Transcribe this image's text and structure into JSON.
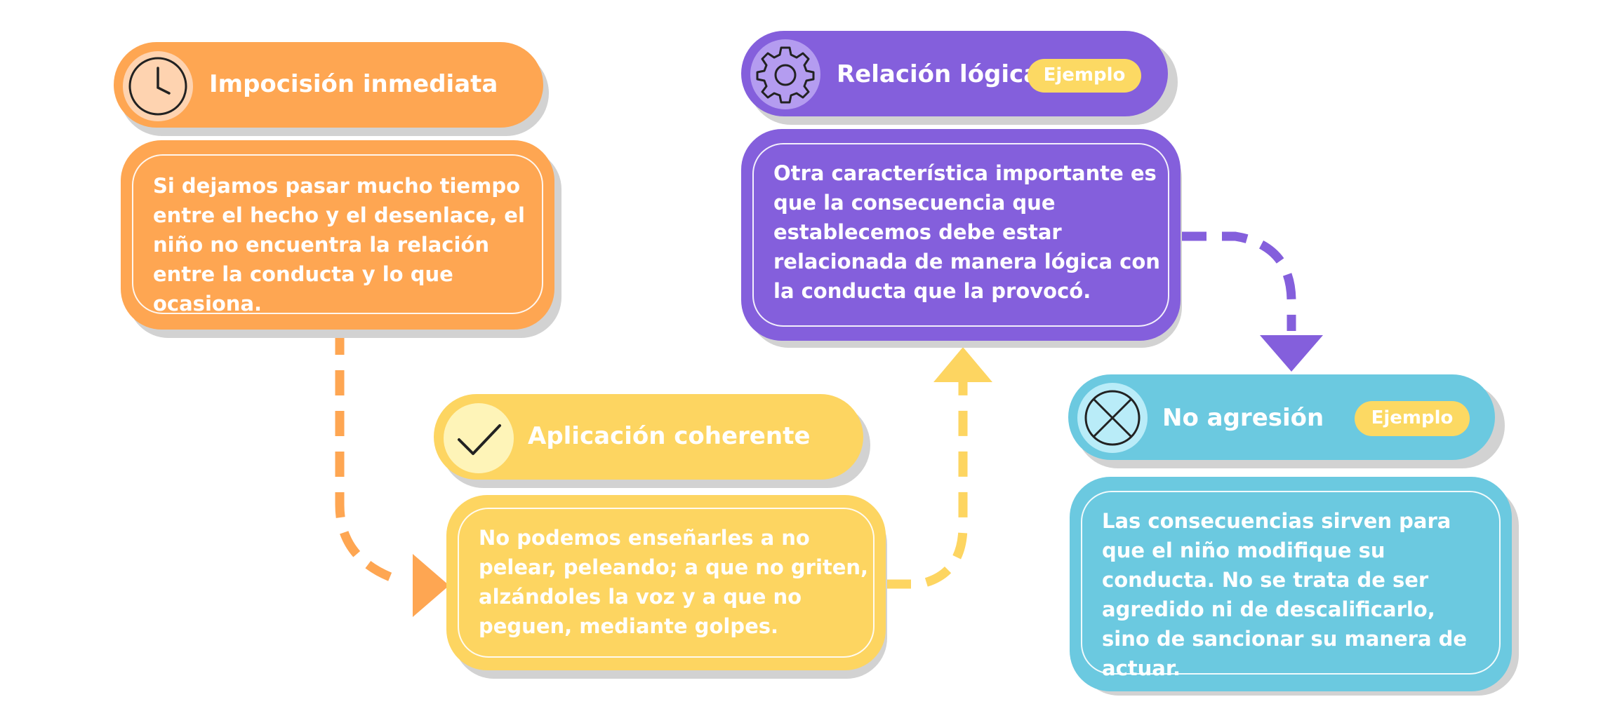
{
  "colors": {
    "orange": "#fea652",
    "yellow": "#fdd561",
    "purple": "#845fdc",
    "cyan": "#6bc9e0",
    "badge": "#fcd963",
    "shadow": "#d2d2d2"
  },
  "nodes": {
    "impocision": {
      "title": "Impocisión inmediata",
      "icon": "clock-icon",
      "text": "Si dejamos pasar mucho tiempo entre el hecho y el desenlace, el niño no encuentra la relación entre la conducta y lo que ocasiona."
    },
    "aplicacion": {
      "title": "Aplicación coherente",
      "icon": "check-icon",
      "text": "No podemos enseñarles a no pelear, peleando; a que no griten, alzándoles la voz y a que no peguen, mediante golpes."
    },
    "relacion": {
      "title": "Relación lógica",
      "badge": "Ejemplo",
      "icon": "gear-icon",
      "text": "Otra característica importante es que la consecuencia que establece­mos debe estar  relacionada de manera lógica con la conducta que la provocó."
    },
    "noagresion": {
      "title": "No agresión",
      "badge": "Ejemplo",
      "icon": "x-circle-icon",
      "text": "Las consecuencias sirven para que el niño modifique su conducta. No se trata de ser agredido ni de descalificarlo, sino de sancionar su manera de actuar."
    }
  }
}
